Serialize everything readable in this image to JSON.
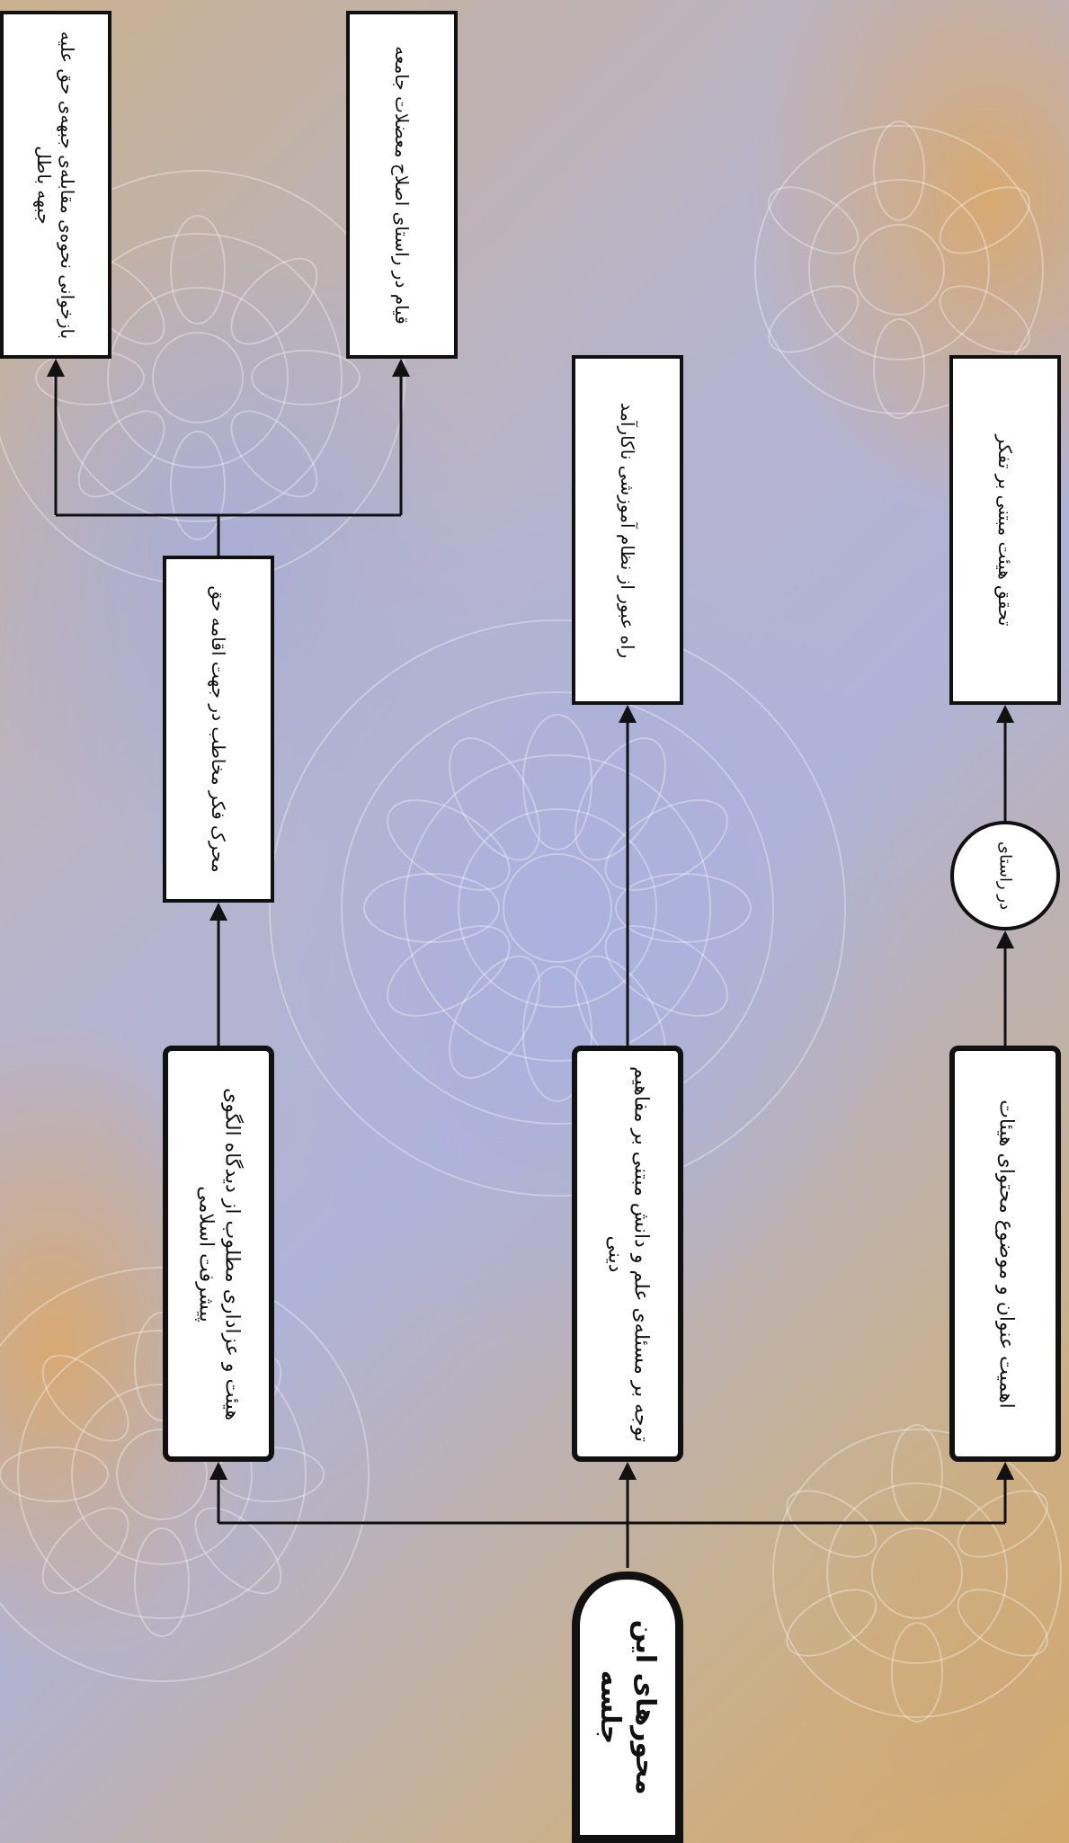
{
  "diagram": {
    "root": "محورهای این جلسه",
    "topics": [
      "اهمیت عنوان و موضوع محتوای هیئات",
      "توجه بر مسئله‌ی علم و دانش مبتنی بر مفاهیم دینی",
      "هیئت و عزاداری مطلوب از دیدگاه الگوی پیشرفت اسلامی"
    ],
    "connector_label": "در راستای",
    "outcomes": {
      "topic1": "تحقق هیئت مبتنی بر تفکر",
      "topic2": "راه عبور از نظام آموزشی ناکارآمد",
      "topic3": "محرک فکر مخاطب در جهت اقامه حق"
    },
    "sub_outcomes": [
      "قیام در راستای اصلاح معضلات جامعه",
      "بازخوانی نحوه‌ی مقابله‌ی جبهه‌ی حق علیه جبهه باطل"
    ],
    "colors": {
      "box_fill": "#ffffff",
      "box_border": "#111111",
      "line": "#111111"
    }
  }
}
